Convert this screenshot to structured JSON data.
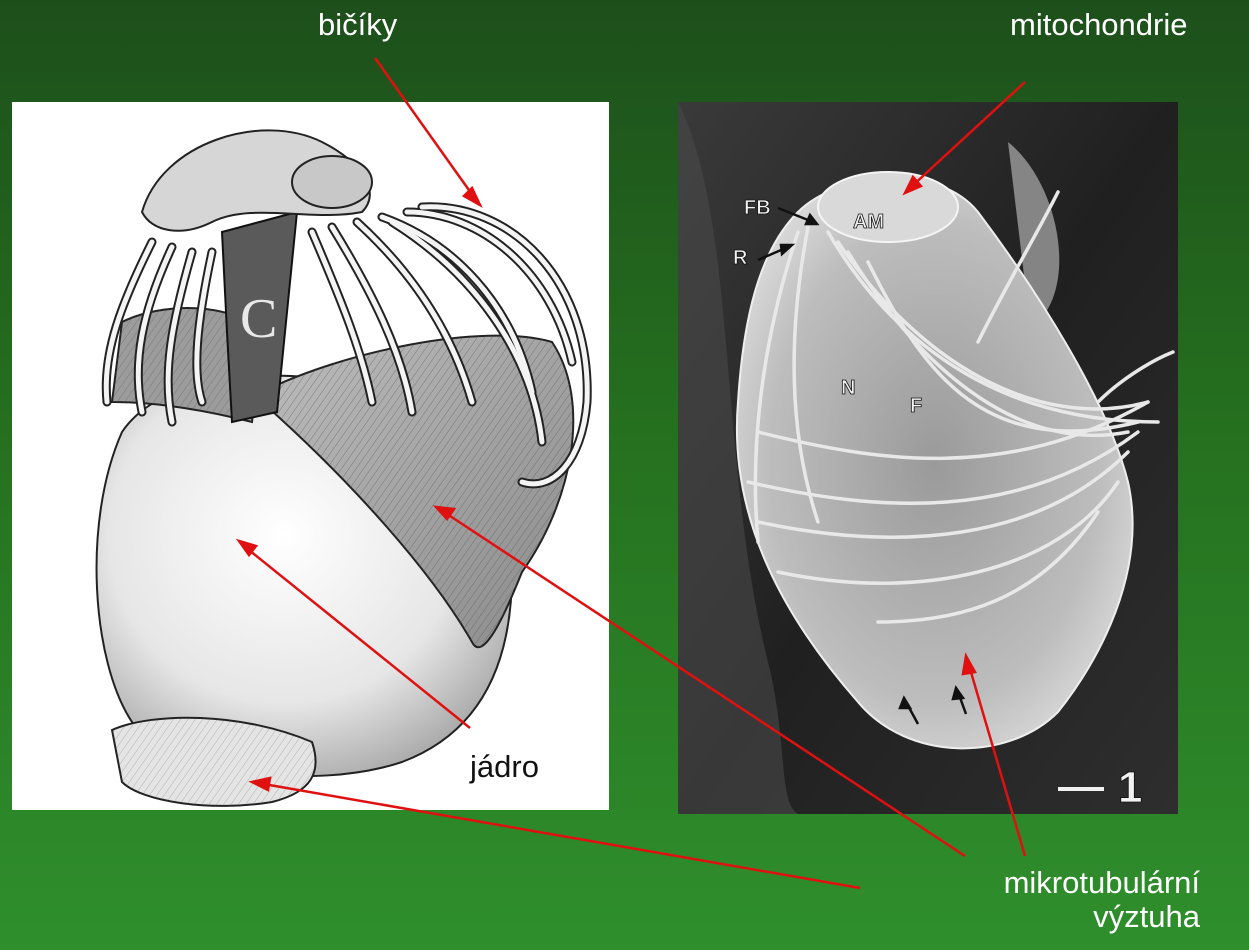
{
  "labels": {
    "flagella": "bičíky",
    "mitochondria": "mitochondrie",
    "nucleus": "jádro",
    "microtubular_1": "mikrotubulární",
    "microtubular_2": "výztuha"
  },
  "sem_labels": {
    "fb": "FB",
    "am": "AM",
    "r": "R",
    "n": "N",
    "f": "F",
    "scale": "1"
  },
  "colors": {
    "background_top": "#1d4f1b",
    "background_bottom": "#2f8f2c",
    "arrow": "#e01010",
    "label_text": "#ffffff"
  }
}
